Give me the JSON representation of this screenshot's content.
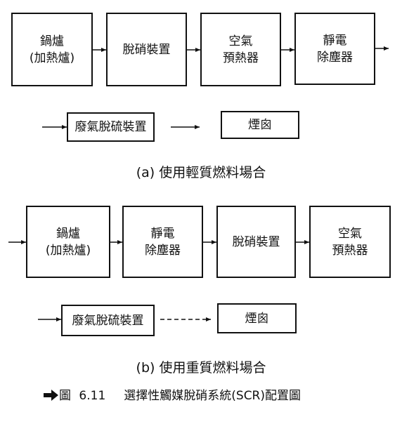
{
  "diagram_a": {
    "boxes": {
      "boiler": "鍋爐\n(加熱爐)",
      "denox": "脫硝裝置",
      "air_preheater": "空氣\n預熱器",
      "esp": "靜電\n除塵器",
      "desulfurization": "廢氣脫硫裝置",
      "chimney": "煙囪"
    },
    "caption": "(a) 使用輕質燃料場合"
  },
  "diagram_b": {
    "boxes": {
      "boiler": "鍋爐\n(加熱爐)",
      "esp": "靜電\n除塵器",
      "denox": "脫硝裝置",
      "air_preheater": "空氣\n預熱器",
      "desulfurization": "廢氣脫硫裝置",
      "chimney": "煙囪"
    },
    "caption": "(b) 使用重質燃料場合"
  },
  "figure": {
    "prefix": "圖",
    "number": "6.11",
    "title": "選擇性觸媒脫硝系統(SCR)配置圖"
  }
}
